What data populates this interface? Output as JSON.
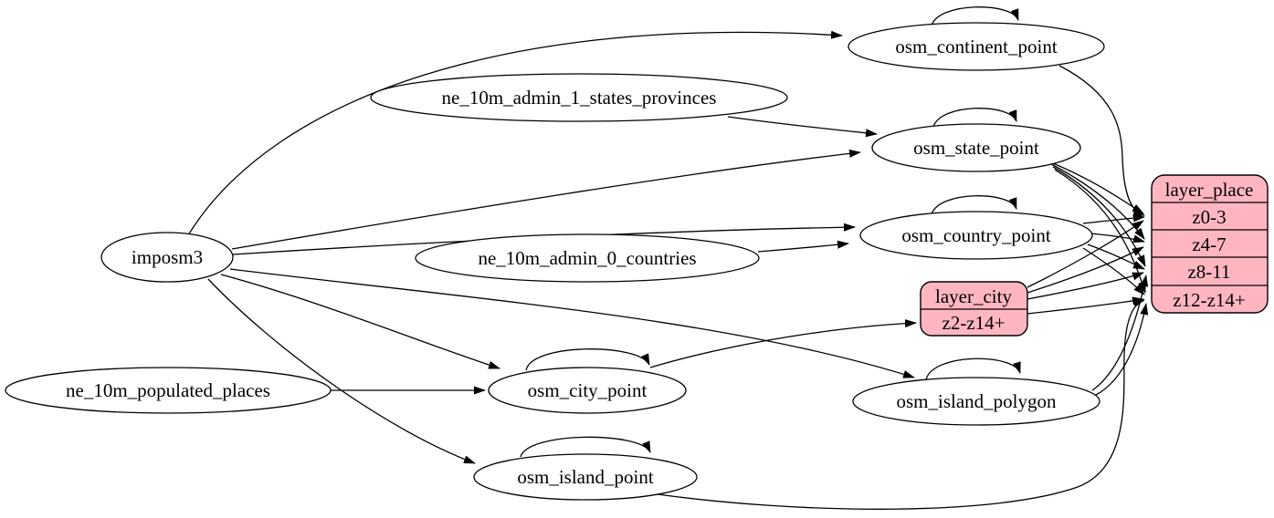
{
  "diagram": {
    "type": "etl-dependency-graph",
    "background_color": "#ffffff",
    "node_fill": "#ffffff",
    "record_fill": "#ffb6c1",
    "stroke_color": "#000000",
    "nodes": {
      "imposm3": {
        "label": "imposm3"
      },
      "ne_10m_admin_1_states_provinces": {
        "label": "ne_10m_admin_1_states_provinces"
      },
      "ne_10m_admin_0_countries": {
        "label": "ne_10m_admin_0_countries"
      },
      "ne_10m_populated_places": {
        "label": "ne_10m_populated_places"
      },
      "osm_continent_point": {
        "label": "osm_continent_point"
      },
      "osm_state_point": {
        "label": "osm_state_point"
      },
      "osm_country_point": {
        "label": "osm_country_point"
      },
      "osm_city_point": {
        "label": "osm_city_point"
      },
      "osm_island_polygon": {
        "label": "osm_island_polygon"
      },
      "osm_island_point": {
        "label": "osm_island_point"
      }
    },
    "records": {
      "layer_city": {
        "title": "layer_city",
        "rows": [
          "z2-z14+"
        ]
      },
      "layer_place": {
        "title": "layer_place",
        "rows": [
          "z0-3",
          "z4-7",
          "z8-11",
          "z12-z14+"
        ]
      }
    },
    "edges": [
      {
        "from": "imposm3",
        "to": "osm_continent_point"
      },
      {
        "from": "imposm3",
        "to": "osm_state_point"
      },
      {
        "from": "imposm3",
        "to": "osm_country_point"
      },
      {
        "from": "imposm3",
        "to": "osm_city_point"
      },
      {
        "from": "imposm3",
        "to": "osm_island_polygon"
      },
      {
        "from": "imposm3",
        "to": "osm_island_point"
      },
      {
        "from": "ne_10m_admin_1_states_provinces",
        "to": "osm_state_point"
      },
      {
        "from": "ne_10m_admin_0_countries",
        "to": "osm_country_point"
      },
      {
        "from": "ne_10m_populated_places",
        "to": "osm_city_point"
      },
      {
        "from": "osm_continent_point",
        "to": "osm_continent_point"
      },
      {
        "from": "osm_state_point",
        "to": "osm_state_point"
      },
      {
        "from": "osm_country_point",
        "to": "osm_country_point"
      },
      {
        "from": "osm_city_point",
        "to": "osm_city_point"
      },
      {
        "from": "osm_island_polygon",
        "to": "osm_island_polygon"
      },
      {
        "from": "osm_island_point",
        "to": "osm_island_point"
      },
      {
        "from": "osm_continent_point",
        "to": "layer_place",
        "to_port": "z0-3"
      },
      {
        "from": "osm_state_point",
        "to": "layer_place",
        "to_port": "z0-3"
      },
      {
        "from": "osm_state_point",
        "to": "layer_place",
        "to_port": "z4-7"
      },
      {
        "from": "osm_state_point",
        "to": "layer_place",
        "to_port": "z8-11"
      },
      {
        "from": "osm_state_point",
        "to": "layer_place",
        "to_port": "z12-z14+"
      },
      {
        "from": "osm_country_point",
        "to": "layer_place",
        "to_port": "z0-3"
      },
      {
        "from": "osm_country_point",
        "to": "layer_place",
        "to_port": "z4-7"
      },
      {
        "from": "osm_country_point",
        "to": "layer_place",
        "to_port": "z8-11"
      },
      {
        "from": "osm_country_point",
        "to": "layer_place",
        "to_port": "z12-z14+"
      },
      {
        "from": "osm_city_point",
        "to": "layer_city",
        "to_port": "z2-z14+"
      },
      {
        "from": "layer_city",
        "to": "layer_place",
        "to_port": "z0-3"
      },
      {
        "from": "layer_city",
        "to": "layer_place",
        "to_port": "z4-7"
      },
      {
        "from": "layer_city",
        "to": "layer_place",
        "to_port": "z8-11"
      },
      {
        "from": "layer_city",
        "to": "layer_place",
        "to_port": "z12-z14+"
      },
      {
        "from": "osm_island_polygon",
        "to": "layer_place",
        "to_port": "z8-11"
      },
      {
        "from": "osm_island_polygon",
        "to": "layer_place",
        "to_port": "z12-z14+"
      },
      {
        "from": "osm_island_point",
        "to": "layer_place",
        "to_port": "z12-z14+"
      }
    ]
  }
}
